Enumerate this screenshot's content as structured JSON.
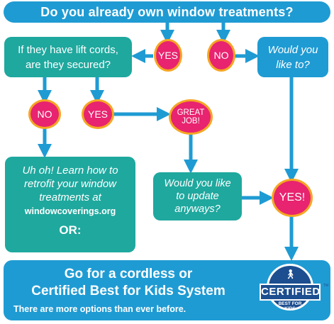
{
  "colors": {
    "teal": "#1fa89e",
    "blue": "#1f9bd3",
    "pink": "#e8236f",
    "pill_border": "#f5a623",
    "badge_navy": "#1d4e8f"
  },
  "question": "Do you already own window treatments?",
  "answers": {
    "top_yes": "YES",
    "top_no": "NO",
    "lift_no": "NO",
    "lift_yes": "YES",
    "great_job_line1": "GREAT",
    "great_job_line2": "JOB!",
    "final_yes": "YES!"
  },
  "nodes": {
    "lift_cords_line1": "If they have lift cords,",
    "lift_cords_line2": "are they secured?",
    "would_like_line1": "Would you",
    "would_like_line2": "like to?",
    "uh_oh_line1": "Uh oh! Learn how to",
    "uh_oh_line2": "retrofit your window",
    "uh_oh_line3": "treatments at",
    "uh_oh_url": "windowcoverings.org",
    "uh_oh_or": "OR:",
    "update_line1": "Would you like",
    "update_line2": "to update",
    "update_line3": "anyways?"
  },
  "bottom": {
    "heading_line1": "Go for a cordless or",
    "heading_line2": "Certified Best for Kids System",
    "subtext": "There are more options than ever before."
  },
  "badge": {
    "people_icon": "family-icon",
    "label": "CERTIFIED",
    "sub_line1": "BEST FOR",
    "sub_line2": "KIDS",
    "trademark": "TM"
  }
}
